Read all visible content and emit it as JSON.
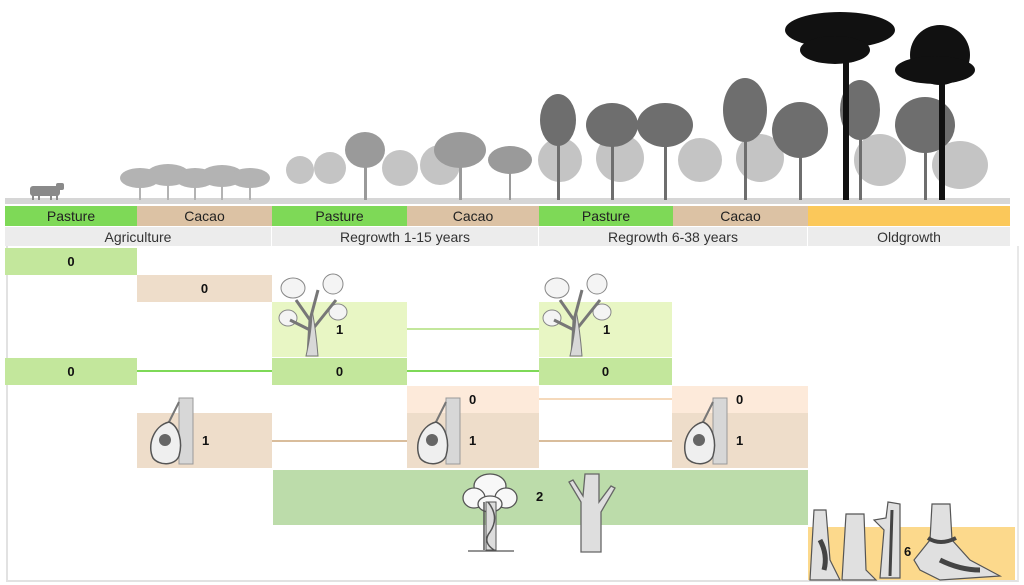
{
  "title": "Forest succession from agriculture to oldgrowth",
  "land_use_headers": [
    {
      "label": "Pasture",
      "type": "pasture"
    },
    {
      "label": "Cacao",
      "type": "cacao"
    },
    {
      "label": "Pasture",
      "type": "pasture"
    },
    {
      "label": "Cacao",
      "type": "cacao"
    },
    {
      "label": "Pasture",
      "type": "pasture"
    },
    {
      "label": "Cacao",
      "type": "cacao"
    },
    {
      "label": "",
      "type": "oldgrowth"
    }
  ],
  "phases": [
    {
      "label": "Agriculture"
    },
    {
      "label": "Regrowth 1-15 years"
    },
    {
      "label": "Regrowth 6-38 years"
    },
    {
      "label": "Oldgrowth"
    }
  ],
  "colors": {
    "pasture": "#7ed957",
    "cacao": "#dcc2a4",
    "oldgrowth": "#fbc85a",
    "phase_bar": "#ececec",
    "green_dark_cell": "#c3e79c",
    "green_light_cell": "#e8f6c4",
    "cacao_cell": "#eeddca",
    "cacao_light_cell": "#fdeada",
    "group2_cell": "#bcdcaa",
    "oldgrowth_cell": "#fcd98c"
  },
  "groups": {
    "row1_pasture_ag": {
      "value": "0"
    },
    "row2_cacao_ag": {
      "value": "0"
    },
    "row3_regrowth_pasture_a": {
      "value": "1",
      "icon": "shrub-tree-icon"
    },
    "row3_regrowth_pasture_b": {
      "value": "1",
      "icon": "shrub-tree-icon"
    },
    "row4_pasture_ag": {
      "value": "0"
    },
    "row4_pasture_regrowth_a": {
      "value": "0"
    },
    "row4_pasture_regrowth_b": {
      "value": "0"
    },
    "row5_cacao_regrowth_a": {
      "value": "0"
    },
    "row5_cacao_regrowth_b": {
      "value": "0"
    },
    "row6_cacao_ag": {
      "value": "1",
      "icon": "cacao-pod-icon"
    },
    "row6_cacao_regrowth_a": {
      "value": "1",
      "icon": "cacao-pod-icon"
    },
    "row6_cacao_regrowth_b": {
      "value": "1",
      "icon": "cacao-pod-icon"
    },
    "row7_regrowth_shared": {
      "value": "2",
      "icons": [
        "liana-tree-icon",
        "tree-trunk-icon"
      ]
    },
    "row8_oldgrowth": {
      "value": "6",
      "icons": [
        "buttress-trunk-icon",
        "strangler-fig-icon",
        "stilt-root-icon"
      ]
    }
  }
}
